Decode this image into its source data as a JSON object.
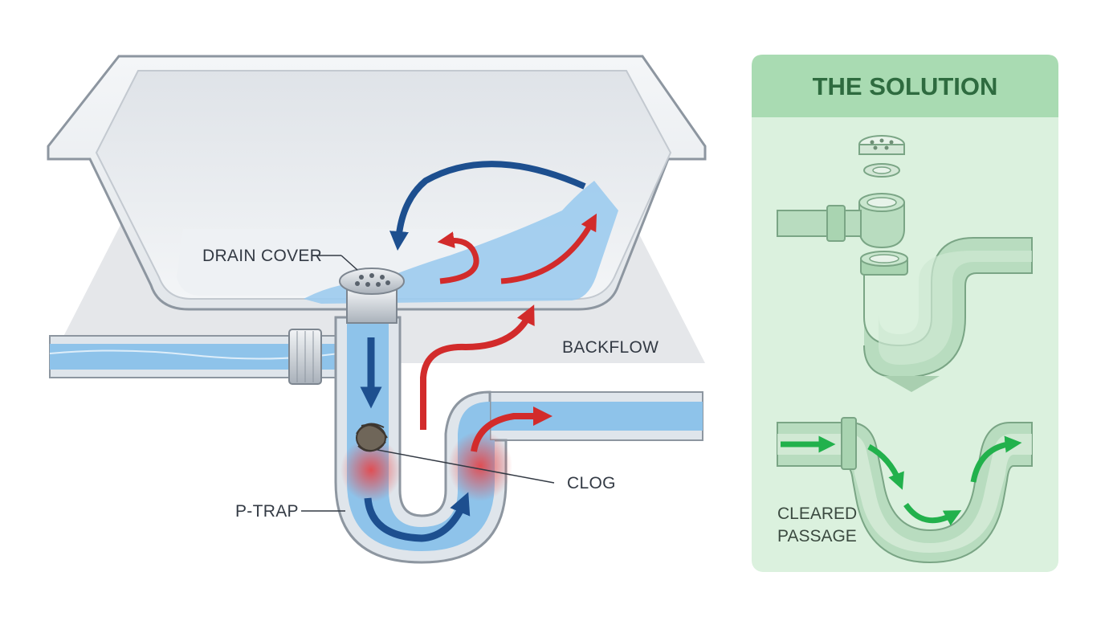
{
  "labels": {
    "drain_cover": "DRAIN COVER",
    "backflow": "BACKFLOW",
    "clog": "CLOG",
    "p_trap": "P-TRAP"
  },
  "solution": {
    "title": "THE SOLUTION",
    "cleared_line1": "CLEARED",
    "cleared_line2": "PASSAGE"
  },
  "colors": {
    "water": "#8ec3ea",
    "flow_arrow": "#1d4f8f",
    "backflow_arrow": "#d22b2b",
    "panel_bg": "#dbf1de",
    "panel_header": "#a9dbb2",
    "clear_arrow": "#22b14c"
  }
}
